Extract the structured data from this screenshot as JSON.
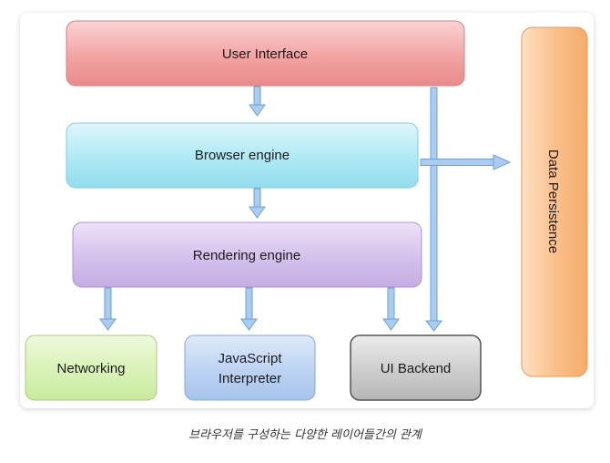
{
  "diagram": {
    "boxes": {
      "user_interface": "User  Interface",
      "browser_engine": "Browser engine",
      "rendering_engine": "Rendering engine",
      "networking": "Networking",
      "js_interpreter_line1": "JavaScript",
      "js_interpreter_line2": "Interpreter",
      "ui_backend": "UI Backend",
      "data_persistence": "Data Persistence"
    },
    "colors": {
      "user_interface": "#f29a9a",
      "browser_engine": "#a9e8f3",
      "rendering_engine": "#d2bdea",
      "networking": "#d6f1b1",
      "js_interpreter": "#b9d2f1",
      "ui_backend": "#c9c9c9",
      "data_persistence": "#fbc08a",
      "arrow": "#9ec4ea"
    }
  },
  "caption": "브라우저를 구성하는 다양한 레이어들간의 관계"
}
